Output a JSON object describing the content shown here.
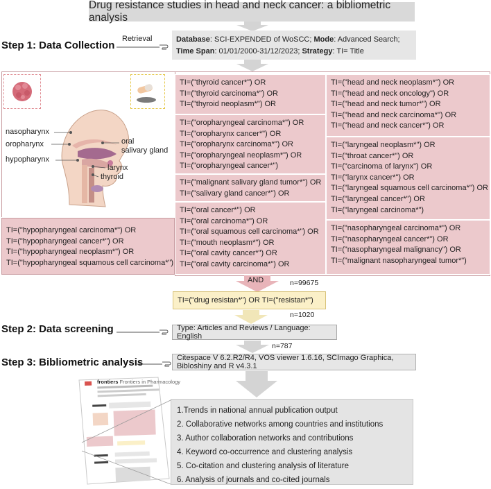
{
  "title": "Drug resistance studies in head and neck cancer: a bibliometric analysis",
  "steps": {
    "step1": "Step 1: Data Collection",
    "step2": "Step 2: Data screening",
    "step3": "Step 3: Bibliometric analysis"
  },
  "retrieval_label": "Retrieval",
  "database": {
    "db_key": "Database",
    "db_val": ": SCI-EXPENDED of WoSCC; ",
    "mode_key": "Mode",
    "mode_val": ": Advanced Search;",
    "span_key": "Time Span",
    "span_val": ": 01/01/2000-31/12/2023; ",
    "strategy_key": "Strategy",
    "strategy_val": ": TI= Title"
  },
  "anatomy_labels": {
    "nasopharynx": "nasopharynx",
    "oropharynx": "oropharynx",
    "hypopharynx": "hypopharynx",
    "oral": "oral",
    "salivary": "salivary gland",
    "larynx": "larynx",
    "thyroid": "thyroid"
  },
  "queries": {
    "thyroid": [
      "TI=(\"thyroid cancer*\") OR",
      "TI=(\"thyroid carcinoma*\") OR",
      "TI=(\"thyroid neoplasm*\") OR"
    ],
    "oropharyngeal": [
      "TI=(\"oropharyngeal carcinoma*\") OR",
      "TI=(\"oropharynx cancer*\") OR",
      "TI=(\"oropharynx carcinoma*\") OR",
      "TI=(\"oropharyngeal neoplasm*\") OR",
      "TI=(\"oropharyngeal cancer*\")"
    ],
    "salivary": [
      "TI=(\"malignant salivary gland tumor*\") OR",
      "TI=(\"salivary gland cancer*\") OR"
    ],
    "oral": [
      "TI=(\"oral cancer*\") OR",
      "TI=(\"oral carcinoma*\") OR",
      "TI=(\"oral squamous cell carcinoma*\") OR",
      "TI=(\"mouth neoplasm*\") OR",
      "TI=(\"oral cavity cancer*\") OR",
      "TI=(\"oral cavity carcinoma*\") OR"
    ],
    "head_neck": [
      "TI=(\"head and neck neoplasm*\") OR",
      "TI=(\"head and neck oncology\") OR",
      "TI=(\"head and neck tumor*\") OR",
      "TI=(\"head and neck carcinoma*\") OR",
      "TI=(\"head and neck cancer*\") OR"
    ],
    "laryngeal": [
      "TI=(\"laryngeal neoplasm*\") OR",
      "TI=(\"throat cancer*\") OR",
      "TI=(\"carcinoma of larynx\") OR",
      "TI=(\"larynx cancer*\") OR",
      "TI=(\"laryngeal squamous cell carcinoma*\") OR",
      "TI=(\"laryngeal cancer*\") OR",
      "TI=(\"laryngeal carcinoma*\")"
    ],
    "nasopharyngeal": [
      "TI=(\"nasopharyngeal carcinoma*\") OR",
      "TI=(\"nasopharyngeal cancer*\") OR",
      "TI=(\"nasopharyngeal malignancy\") OR",
      "TI=(\"malignant nasopharyngeal tumor*\")"
    ],
    "hypopharyngeal": [
      "TI=(\"hypopharyngeal carcinoma*\") OR",
      "TI=(\"hypopharyngeal cancer*\") OR",
      "TI=(\"hypopharyngeal neoplasm*\") OR",
      "TI=(\"hypopharyngeal squamous cell carcinoma*\")"
    ]
  },
  "and_label": "AND",
  "counts": {
    "n1": "n=99675",
    "n2": "n=1020",
    "n3": "n=787"
  },
  "resistance_query": "TI=(\"drug resistan*\") OR TI=(\"resistan*\")",
  "screening": "Type: Articles and Reviews / Language: English",
  "tools": "Citespace V 6.2.R2/R4, VOS viewer 1.6.16, SCImago Graphica, Bibloshiny and R v4.3.1",
  "outcomes": [
    "1.Trends in national annual publication output",
    "2. Collaborative networks among countries and institutions",
    "3. Author collaboration networks and contributions",
    "4. Keyword co-occurrence and clustering analysis",
    "5. Co-citation and clustering analysis of literature",
    "6. Analysis of journals and co-cited journals"
  ],
  "journal_brand": "frontiers",
  "journal_name": "Frontiers in Pharmacology",
  "colors": {
    "pink": "#ecc9cc",
    "gray": "#e6e6e6",
    "yellow": "#fbf0c8",
    "arrow": "#d4d4d4",
    "and_arrow": "#e8b4b9",
    "tumor": "#d46a78",
    "pill": "#f2c7a0"
  }
}
